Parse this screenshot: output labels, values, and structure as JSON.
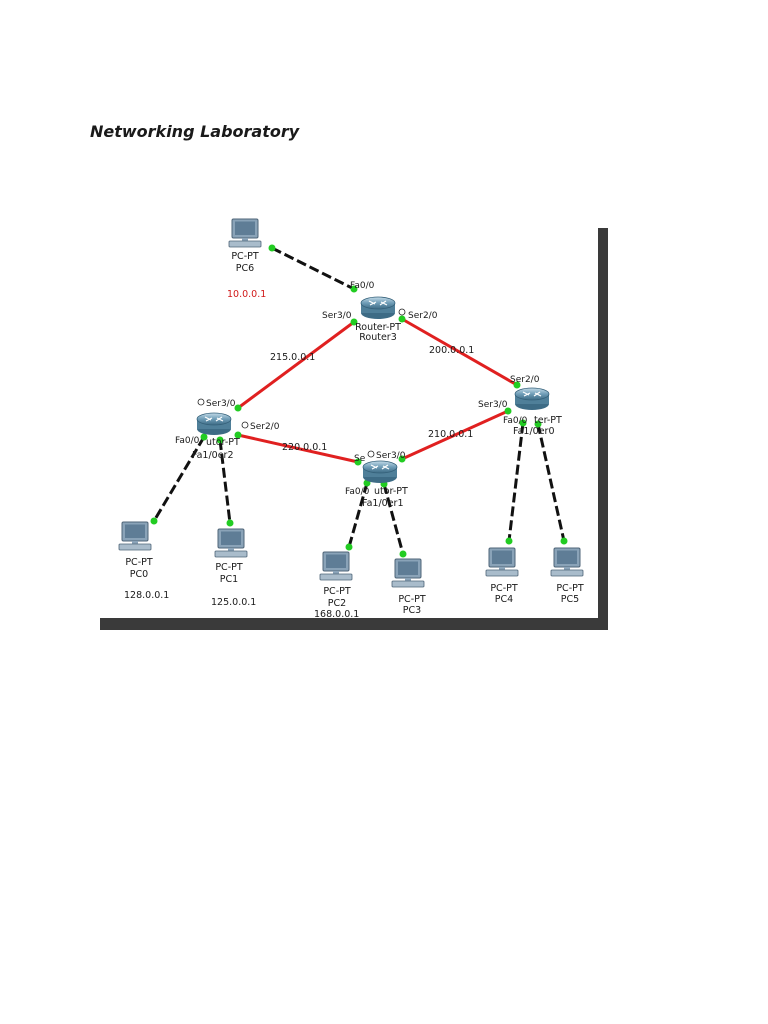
{
  "page": {
    "title": "Networking Laboratory"
  },
  "diagram": {
    "routers": [
      {
        "id": "router3",
        "type": "Router-PT",
        "name": "Router3"
      },
      {
        "id": "router2",
        "type": "utor-PT",
        "name": "Fa1/0er2"
      },
      {
        "id": "router1",
        "type": "utor-PT",
        "name": "Fa1/0er1"
      },
      {
        "id": "router0",
        "type": "ter-PT",
        "name": "Fa1/0er0"
      }
    ],
    "pcs": [
      {
        "id": "pc6",
        "type": "PC-PT",
        "name": "PC6",
        "ip": "10.0.0.1"
      },
      {
        "id": "pc0",
        "type": "PC-PT",
        "name": "PC0",
        "ip": "128.0.0.1"
      },
      {
        "id": "pc1",
        "type": "PC-PT",
        "name": "PC1",
        "ip": "125.0.0.1"
      },
      {
        "id": "pc2",
        "type": "PC-PT",
        "name": "PC2",
        "ip": "168.0.0.1"
      },
      {
        "id": "pc3",
        "type": "PC-PT",
        "name": "PC3",
        "ip": ""
      },
      {
        "id": "pc4",
        "type": "PC-PT",
        "name": "PC4",
        "ip": ""
      },
      {
        "id": "pc5",
        "type": "PC-PT",
        "name": "PC5",
        "ip": ""
      }
    ],
    "interfaces": {
      "r3_fa": "Fa0/0",
      "r3_ser3": "Ser3/0",
      "r3_ser2": "Ser2/0",
      "r2_ser3": "Ser3/0",
      "r2_ser2": "Ser2/0",
      "r2_fa": "Fa0/0",
      "r1_ser": "Se",
      "r1_ser3": "Ser3/0",
      "r1_fa": "Fa0/0",
      "r0_ser2": "Ser2/0",
      "r0_ser3": "Ser3/0",
      "r0_fa": "Fa0/0"
    },
    "networks": {
      "r3_r2": "215.0.0.1",
      "r3_r0": "200.0.0.1",
      "r2_r1": "220.0.0.1",
      "r0_r1": "210.0.0.1"
    },
    "colors": {
      "serial_link": "#e02020",
      "ethernet_link": "#111111",
      "port_dot": "#22cc22",
      "router_body": "#5e8ea8",
      "pc_body": "#7f98ad"
    }
  }
}
